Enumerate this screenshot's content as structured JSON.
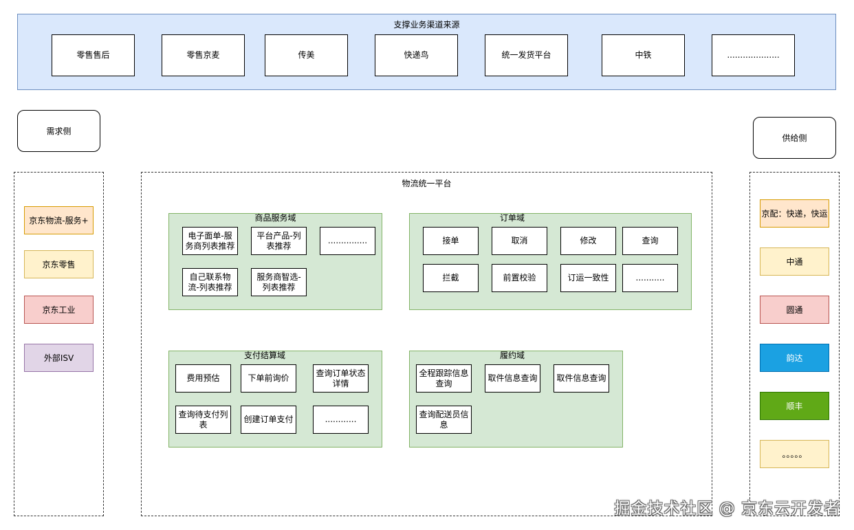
{
  "channels": {
    "title": "支撑业务渠道来源",
    "items": [
      "零售售后",
      "零售京麦",
      "传美",
      "快递鸟",
      "统一发货平台",
      "中铁",
      "...................."
    ]
  },
  "demand_side": {
    "title": "需求侧",
    "items": [
      {
        "label": "京东物流-服务+",
        "fill": "#ffe6cc",
        "stroke": "#d79b00"
      },
      {
        "label": "京东零售",
        "fill": "#fff2cc",
        "stroke": "#d6b656"
      },
      {
        "label": "京东工业",
        "fill": "#f8cecc",
        "stroke": "#b85450"
      },
      {
        "label": "外部ISV",
        "fill": "#e1d5e7",
        "stroke": "#9673a6"
      }
    ]
  },
  "supply_side": {
    "title": "供给侧",
    "items": [
      {
        "label": "京配：快递，快运",
        "fill": "#ffe6cc",
        "stroke": "#d79b00"
      },
      {
        "label": "中通",
        "fill": "#fff2cc",
        "stroke": "#d6b656"
      },
      {
        "label": "圆通",
        "fill": "#f8cecc",
        "stroke": "#b85450"
      },
      {
        "label": "韵达",
        "fill": "#1ba1e2",
        "stroke": "#006eaf"
      },
      {
        "label": "顺丰",
        "fill": "#60a917",
        "stroke": "#2d7600"
      },
      {
        "label": "。。。。。",
        "fill": "#fff2cc",
        "stroke": "#d6b656"
      }
    ]
  },
  "platform": {
    "title": "物流统一平台",
    "product_domain": {
      "title": "商品服务域",
      "items": [
        "电子面单-服务商列表推荐",
        "平台产品-列表推荐",
        "...............",
        "自己联系物流-列表推荐",
        "服务商智选-列表推荐"
      ]
    },
    "order_domain": {
      "title": "订单域",
      "items": [
        "接单",
        "取消",
        "修改",
        "查询",
        "拦截",
        "前置校验",
        "订运一致性",
        "..........."
      ]
    },
    "payment_domain": {
      "title": "支付结算域",
      "items": [
        "费用预估",
        "下单前询价",
        "查询订单状态详情",
        "查询待支付列表",
        "创建订单支付",
        "............"
      ]
    },
    "fulfillment_domain": {
      "title": "履约域",
      "items": [
        "全程跟踪信息查询",
        "取件信息查询",
        "取件信息查询",
        "查询配送员信息"
      ]
    }
  },
  "watermark": "掘金技术社区 @ 京东云开发者"
}
